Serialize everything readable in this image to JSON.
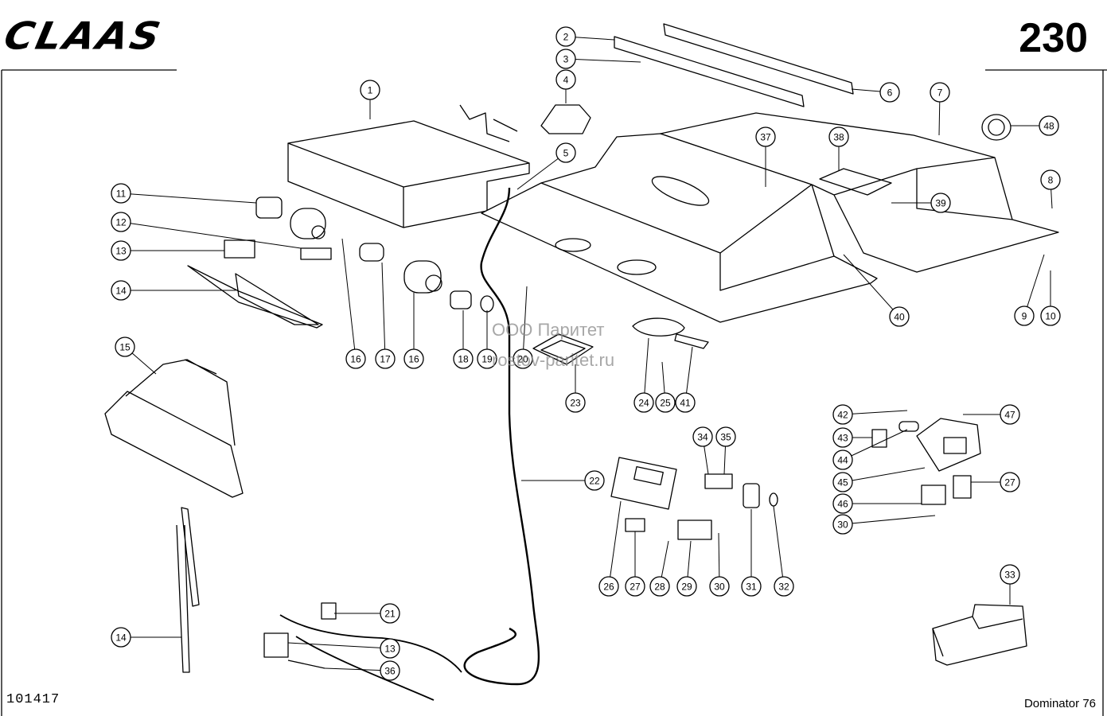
{
  "header": {
    "brand": "CLAAS",
    "page_number": "230"
  },
  "footer": {
    "doc_number": "101417",
    "model": "Dominator 76"
  },
  "watermark": {
    "line1": "ООО Паритет",
    "line2": "rostov-paritet.ru"
  },
  "callouts": [
    {
      "id": "c1",
      "label": "1"
    },
    {
      "id": "c2",
      "label": "2"
    },
    {
      "id": "c3",
      "label": "3"
    },
    {
      "id": "c4",
      "label": "4"
    },
    {
      "id": "c5",
      "label": "5"
    },
    {
      "id": "c6",
      "label": "6"
    },
    {
      "id": "c7",
      "label": "7"
    },
    {
      "id": "c8",
      "label": "8"
    },
    {
      "id": "c9",
      "label": "9"
    },
    {
      "id": "c10",
      "label": "10"
    },
    {
      "id": "c11",
      "label": "11"
    },
    {
      "id": "c12",
      "label": "12"
    },
    {
      "id": "c13a",
      "label": "13"
    },
    {
      "id": "c14a",
      "label": "14"
    },
    {
      "id": "c15",
      "label": "15"
    },
    {
      "id": "c16a",
      "label": "16"
    },
    {
      "id": "c17",
      "label": "17"
    },
    {
      "id": "c16b",
      "label": "16"
    },
    {
      "id": "c18",
      "label": "18"
    },
    {
      "id": "c19",
      "label": "19"
    },
    {
      "id": "c20",
      "label": "20"
    },
    {
      "id": "c23",
      "label": "23"
    },
    {
      "id": "c24",
      "label": "24"
    },
    {
      "id": "c25",
      "label": "25"
    },
    {
      "id": "c41",
      "label": "41"
    },
    {
      "id": "c37",
      "label": "37"
    },
    {
      "id": "c38",
      "label": "38"
    },
    {
      "id": "c39",
      "label": "39"
    },
    {
      "id": "c40",
      "label": "40"
    },
    {
      "id": "c48",
      "label": "48"
    },
    {
      "id": "c22",
      "label": "22"
    },
    {
      "id": "c34",
      "label": "34"
    },
    {
      "id": "c35",
      "label": "35"
    },
    {
      "id": "c26",
      "label": "26"
    },
    {
      "id": "c27a",
      "label": "27"
    },
    {
      "id": "c28",
      "label": "28"
    },
    {
      "id": "c29",
      "label": "29"
    },
    {
      "id": "c30a",
      "label": "30"
    },
    {
      "id": "c31",
      "label": "31"
    },
    {
      "id": "c32",
      "label": "32"
    },
    {
      "id": "c42",
      "label": "42"
    },
    {
      "id": "c43",
      "label": "43"
    },
    {
      "id": "c44",
      "label": "44"
    },
    {
      "id": "c45",
      "label": "45"
    },
    {
      "id": "c46",
      "label": "46"
    },
    {
      "id": "c47",
      "label": "47"
    },
    {
      "id": "c27b",
      "label": "27"
    },
    {
      "id": "c30b",
      "label": "30"
    },
    {
      "id": "c33",
      "label": "33"
    },
    {
      "id": "c21",
      "label": "21"
    },
    {
      "id": "c13b",
      "label": "13"
    },
    {
      "id": "c36",
      "label": "36"
    },
    {
      "id": "c14b",
      "label": "14"
    }
  ]
}
